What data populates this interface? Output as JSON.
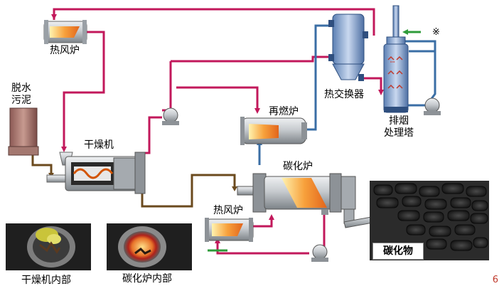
{
  "labels": {
    "hot_air_furnace_top": "热风炉",
    "dewatered_sludge": "脱水\n污泥",
    "dryer": "干燥机",
    "reburner": "再燃炉",
    "heat_exchanger": "热交换器",
    "flue_gas_tower": "排烟\n处理塔",
    "carbonization_furnace": "碳化炉",
    "hot_air_furnace_bottom": "热风炉",
    "carbide_product": "碳化物",
    "dryer_inside": "干燥机内部",
    "carbonizer_inside": "碳化炉内部",
    "note_mark": "※"
  },
  "page_number": "6",
  "colors": {
    "hot_gas_line": "#c2185b",
    "exhaust_line": "#3a6ea5",
    "sludge_line": "#6b4a1e",
    "air_line": "#2e9b3a",
    "equipment_gray": "#b8bcc0",
    "flame_orange": "#f4a24a"
  }
}
